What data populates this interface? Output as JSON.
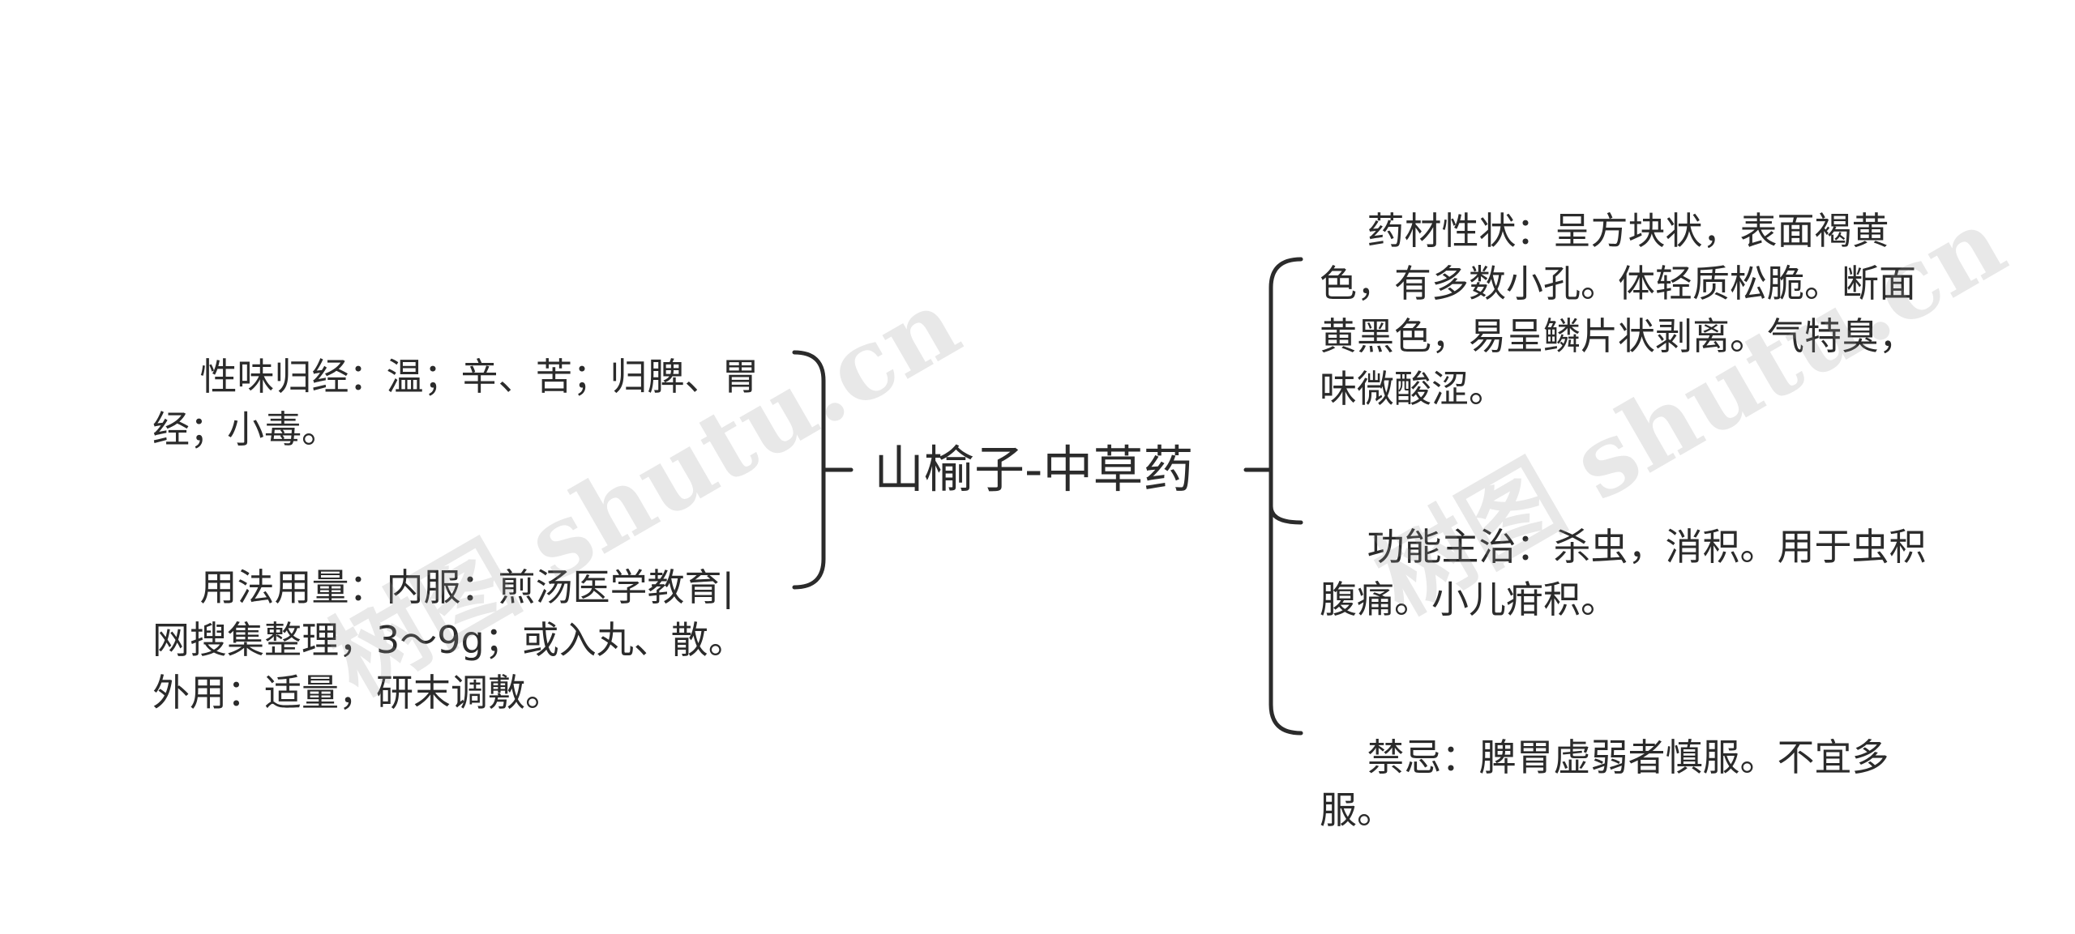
{
  "mindmap": {
    "center": {
      "label": "山榆子-中草药"
    },
    "left_branches": [
      {
        "label": "性味归经：温；辛、苦；归脾、胃经；小毒。"
      },
      {
        "label": "用法用量：内服：煎汤医学教育|网搜集整理，3～9g；或入丸、散。外用：适量，研末调敷。"
      }
    ],
    "right_branches": [
      {
        "label": "药材性状：呈方块状，表面褐黄色，有多数小孔。体轻质松脆。断面黄黑色，易呈鳞片状剥离。气特臭，味微酸涩。"
      },
      {
        "label": "功能主治：杀虫，消积。用于虫积腹痛。小儿疳积。"
      },
      {
        "label": "禁忌：脾胃虚弱者慎服。不宜多服。"
      }
    ]
  },
  "watermark": {
    "text_1": "树图 shutu.cn",
    "text_2": "树图 shutu.cn"
  },
  "colors": {
    "text": "#2b2b2b",
    "line": "#2b2b2b",
    "background": "#ffffff"
  }
}
